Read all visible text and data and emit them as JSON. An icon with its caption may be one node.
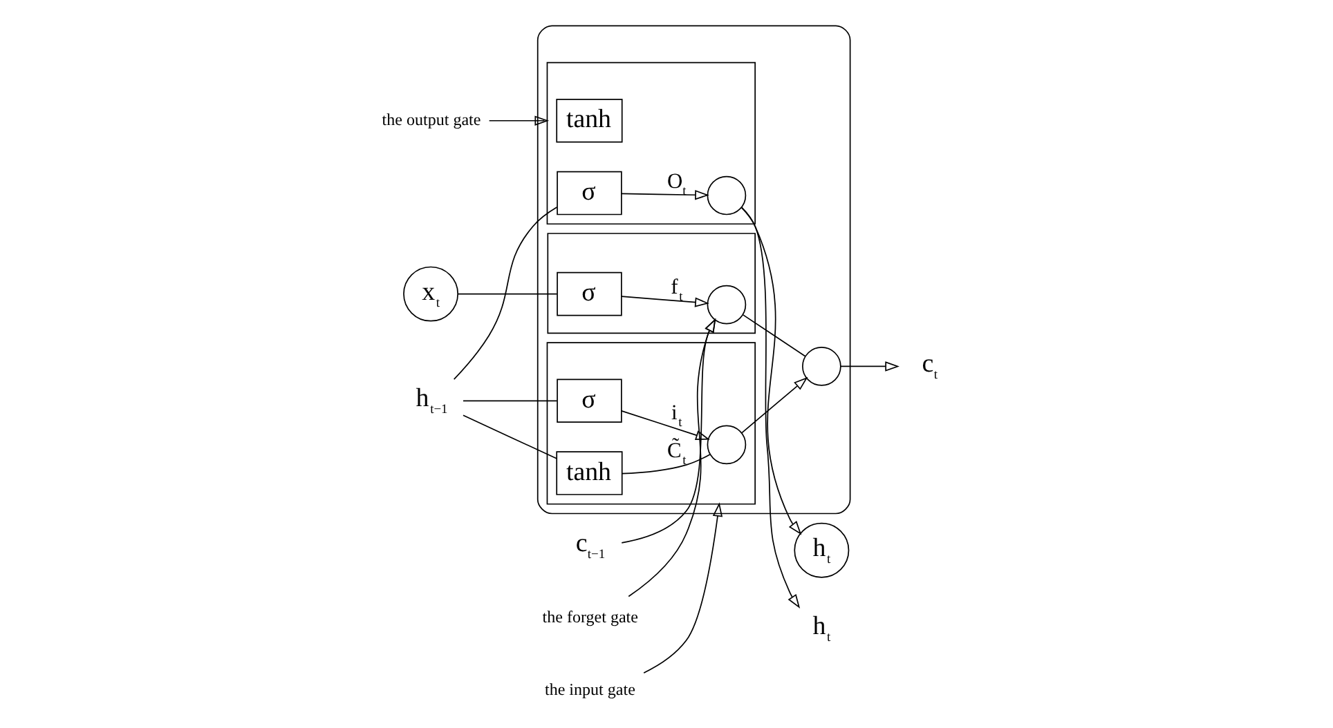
{
  "diagram": {
    "nodes": [
      {
        "text": [],
        "shape": "box"
      },
      {
        "text": [],
        "shape": "box",
        "in": 0
      },
      {
        "text": [],
        "shape": "circle",
        "in": 1
      },
      {
        "text": [
          "σ"
        ],
        "in": 1
      },
      {
        "text": [],
        "shape": "box",
        "in": 0
      },
      {
        "text": [],
        "shape": "circle",
        "in": 0
      },
      {
        "text": [],
        "shape": "circle",
        "in": 4
      },
      {
        "text": [
          "σ"
        ],
        "in": 4
      },
      {
        "text": [
          "tanh"
        ],
        "in": 4
      },
      {
        "text": [],
        "shape": "box",
        "in": 0
      },
      {
        "text": [
          "tanh"
        ],
        "in": 9
      },
      {
        "text": [],
        "shape": "circle",
        "in": 9
      },
      {
        "text": [
          "σ"
        ],
        "in": 9
      },
      {
        "text": [
          "x$_{t}$"
        ]
      },
      {
        "text": [
          "h$_{t}$"
        ]
      },
      {
        "text": [
          "the forget gate"
        ]
      },
      {
        "text": [
          "the input gate"
        ]
      },
      {
        "text": [
          "the output gate"
        ]
      },
      {
        "text": [
          "c$_{t−1}$"
        ]
      },
      {
        "text": [
          "c$_{t}$"
        ]
      },
      {
        "text": [
          "h$_{t−1}$"
        ]
      },
      {
        "text": [
          "h$_{t}$"
        ]
      }
    ],
    "edges": [
      {
        "from": 18,
        "to": 2,
        "arrow": "to"
      },
      {
        "from": 15,
        "to": 2,
        "arrow": "to"
      },
      {
        "from": 3,
        "to": 2,
        "arrow": "to",
        "label": "f$_{t}$"
      },
      {
        "from": 13,
        "to": 3,
        "arrow": "none"
      },
      {
        "from": 2,
        "to": 5,
        "arrow": "none"
      },
      {
        "from": 6,
        "to": 5,
        "arrow": "to"
      },
      {
        "from": 16,
        "to": 4,
        "arrow": "to"
      },
      {
        "from": 7,
        "to": 6,
        "arrow": "to",
        "label": "i$_{t}$"
      },
      {
        "from": 8,
        "to": 6,
        "arrow": "none",
        "label": "C̃$_{t}$"
      },
      {
        "from": 20,
        "to": 7,
        "arrow": "none"
      },
      {
        "from": 20,
        "to": 8,
        "arrow": "none"
      },
      {
        "from": 5,
        "to": 19,
        "arrow": "to"
      },
      {
        "from": 17,
        "to": 9,
        "arrow": "to"
      },
      {
        "from": 12,
        "to": 11,
        "arrow": "to",
        "label": "O$_{t}$"
      },
      {
        "from": 20,
        "to": 12,
        "arrow": "none"
      },
      {
        "from": 11,
        "to": 21,
        "arrow": "to"
      },
      {
        "from": 11,
        "to": 14,
        "arrow": "to"
      }
    ]
  }
}
